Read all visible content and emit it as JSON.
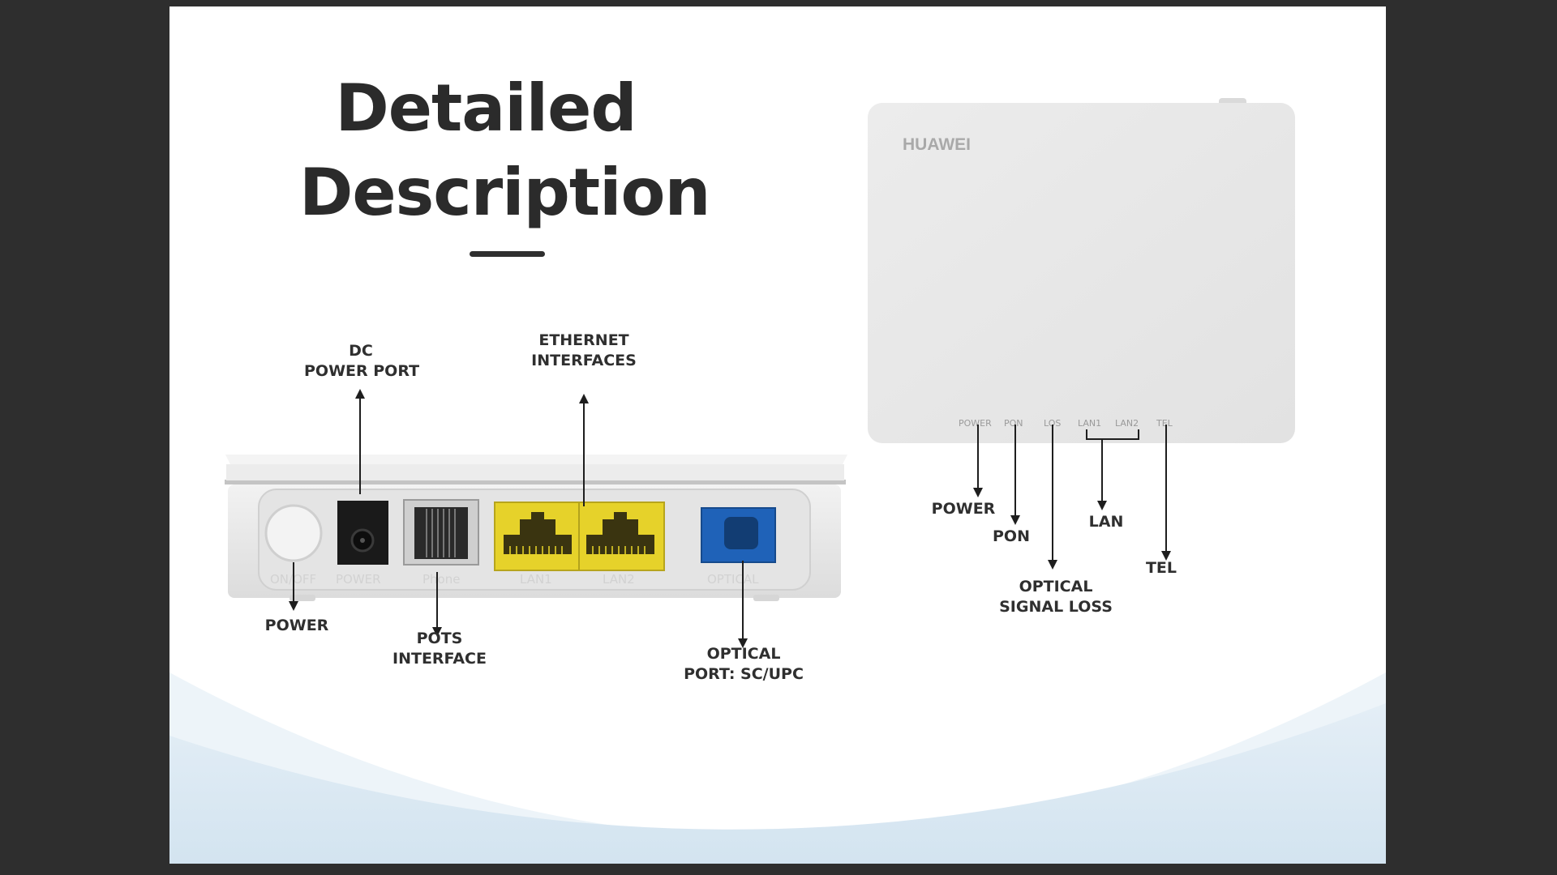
{
  "title": {
    "line1": "Detailed",
    "line2": "Description"
  },
  "rear_panel": {
    "port_labels": {
      "onoff": "ON/OFF",
      "power": "POWER",
      "phone": "Phone",
      "lan1": "LAN1",
      "lan2": "LAN2",
      "optical": "OPTICAL"
    },
    "callouts": {
      "dc_power_line1": "DC",
      "dc_power_line2": "POWER PORT",
      "ethernet_line1": "ETHERNET",
      "ethernet_line2": "INTERFACES",
      "power": "POWER",
      "pots_line1": "POTS",
      "pots_line2": "INTERFACE",
      "optical_line1": "OPTICAL",
      "optical_line2": "PORT: SC/UPC"
    }
  },
  "front_panel": {
    "brand": "HUAWEI",
    "led_labels": {
      "power": "POWER",
      "pon": "PON",
      "los": "LOS",
      "lan1": "LAN1",
      "lan2": "LAN2",
      "tel": "TEL"
    },
    "callouts": {
      "power": "POWER",
      "pon": "PON",
      "lan": "LAN",
      "tel": "TEL",
      "los_line1": "OPTICAL",
      "los_line2": "SIGNAL LOSS"
    }
  },
  "colors": {
    "lan_port": "#e6d22a",
    "optical_port": "#1f62b8",
    "title": "#2b2b2b",
    "background_wave": "#dce9f3"
  }
}
